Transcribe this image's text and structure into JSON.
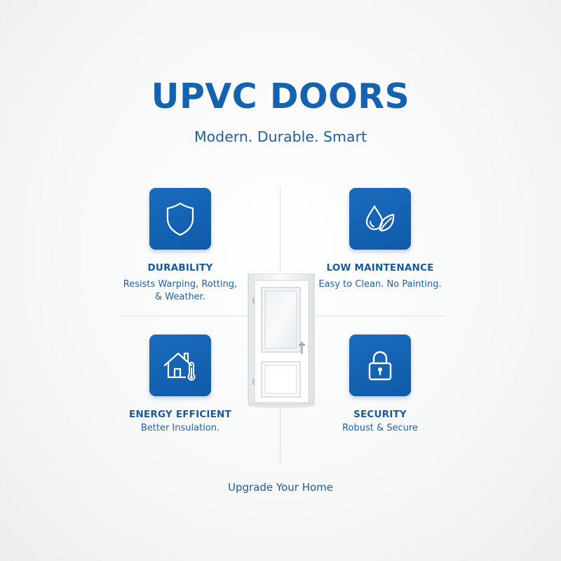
{
  "header": {
    "title": "UPVC DOORS",
    "subtitle": "Modern. Durable. Smart"
  },
  "features": [
    {
      "title": "DURABILITY",
      "description_line1": "Resists Warping, Rotting,",
      "description_line2": "& Weather.",
      "icon": "shield-icon"
    },
    {
      "title": "LOW MAINTENANCE",
      "description_line1": "Easy to Clean. No Painting.",
      "description_line2": "",
      "icon": "water-drop-leaf-icon"
    },
    {
      "title": "ENERGY EFFICIENT",
      "description_line1": "Better Insulation.",
      "description_line2": "",
      "icon": "house-thermometer-icon"
    },
    {
      "title": "SECURITY",
      "description_line1": "Robust & Secure",
      "description_line2": "",
      "icon": "padlock-icon"
    }
  ],
  "footer": {
    "cta": "Upgrade Your Home"
  },
  "colors": {
    "brand_blue": "#1462b0",
    "icon_box": "#1565b8",
    "background": "#f7f8f9",
    "door": "#ffffff"
  }
}
